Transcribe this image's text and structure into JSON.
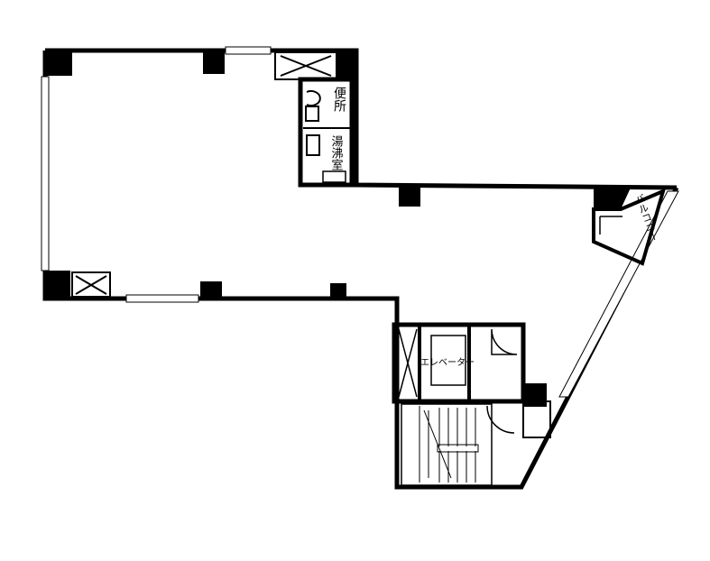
{
  "floor_plan": {
    "rooms": {
      "toilet": "便所",
      "kitchenette": "湯沸室",
      "balcony": "バルコニー",
      "elevator": "エレベーター"
    },
    "colors": {
      "wall": "#000000",
      "background": "#ffffff"
    }
  }
}
